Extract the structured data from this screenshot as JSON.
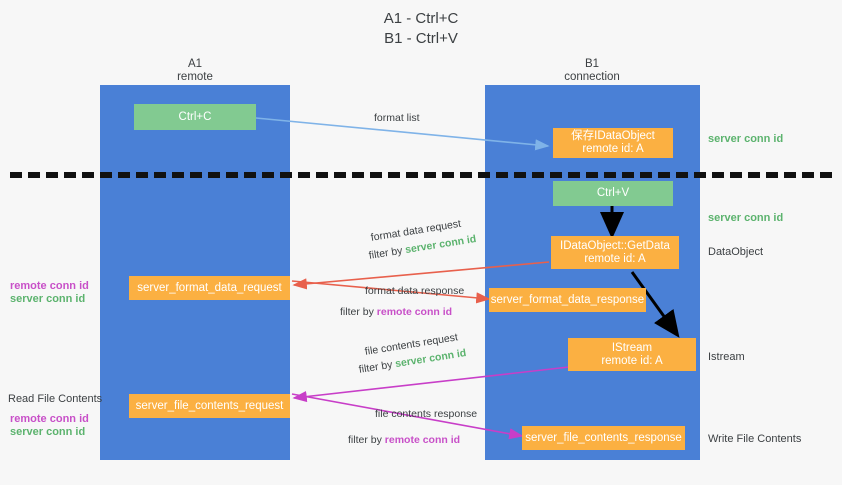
{
  "title": {
    "line1": "A1 - Ctrl+C",
    "line2": "B1 - Ctrl+V"
  },
  "colors": {
    "lane": "#4a80d6",
    "green_box": "#82ca91",
    "orange_box": "#fbb042",
    "server_conn_id": "#5cb36e",
    "remote_conn_id": "#c850c8",
    "arrow_blue": "#7fb3e8",
    "arrow_red": "#e8604c",
    "arrow_magenta": "#c83ec8",
    "arrow_black": "#000000",
    "background": "#f7f7f7"
  },
  "columns": [
    {
      "name": "A1",
      "sub": "remote"
    },
    {
      "name": "B1",
      "sub": "connection"
    }
  ],
  "nodes": {
    "ctrl_c": {
      "label": "Ctrl+C"
    },
    "ctrl_v": {
      "label": "Ctrl+V"
    },
    "save_idataobject": {
      "line1": "保存IDataObject",
      "line2": "remote id: A"
    },
    "idataobject_getdata": {
      "line1": "IDataObject::GetData",
      "line2": "remote id: A"
    },
    "istream": {
      "line1": "IStream",
      "line2": "remote id: A"
    },
    "server_format_data_request": {
      "label": "server_format_data_request"
    },
    "server_format_data_response": {
      "label": "server_format_data_response"
    },
    "server_file_contents_request": {
      "label": "server_file_contents_request"
    },
    "server_file_contents_response": {
      "label": "server_file_contents_response"
    }
  },
  "edges": {
    "format_list": {
      "label": "format list"
    },
    "format_data_request": {
      "label": "format data request",
      "filter_prefix": "filter by ",
      "filter_value": "server conn id"
    },
    "format_data_response": {
      "label": "format data response",
      "filter_prefix": "filter by ",
      "filter_value": "remote conn id"
    },
    "file_contents_request": {
      "label": "file contents request",
      "filter_prefix": "filter by ",
      "filter_value": "server conn id"
    },
    "file_contents_response": {
      "label": "file contents response",
      "filter_prefix": "filter by ",
      "filter_value": "remote conn id"
    }
  },
  "side_annotations": {
    "server_conn_id_top": "server conn id",
    "server_conn_id_mid": "server conn id",
    "dataobject": "DataObject",
    "istream": "Istream",
    "write_file_contents": "Write File Contents"
  },
  "left_annotations": {
    "format_remote": "remote conn id",
    "format_server": "server conn id",
    "read_file_contents": "Read File Contents",
    "file_remote": "remote conn id",
    "file_server": "server conn id"
  }
}
